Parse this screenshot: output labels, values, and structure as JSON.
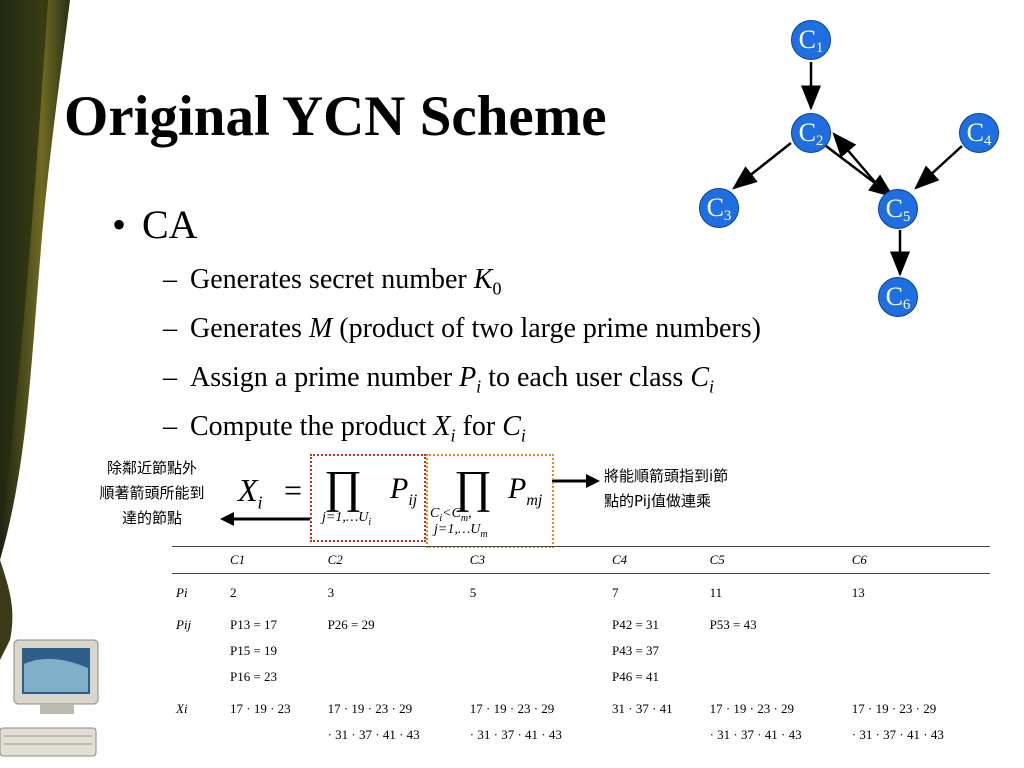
{
  "slide": {
    "title": "Original YCN Scheme",
    "bullet": "CA",
    "items": [
      {
        "pre": "Generates secret number ",
        "var": "K",
        "sub": "0",
        "post": ""
      },
      {
        "pre": "Generates ",
        "var": "M",
        "sub": "",
        "post": " (product of two large prime numbers)"
      },
      {
        "pre": "Assign a prime number ",
        "var": "P",
        "sub": "i",
        "post": " to each user class ",
        "var2": "C",
        "sub2": "i"
      },
      {
        "pre": "Compute the product ",
        "var": "X",
        "sub": "i",
        "post": " for ",
        "var2": "C",
        "sub2": "i"
      }
    ]
  },
  "graph": {
    "nodes": [
      {
        "letter": "C",
        "num": "1"
      },
      {
        "letter": "C",
        "num": "2"
      },
      {
        "letter": "C",
        "num": "3"
      },
      {
        "letter": "C",
        "num": "4"
      },
      {
        "letter": "C",
        "num": "5"
      },
      {
        "letter": "C",
        "num": "6"
      }
    ],
    "node_color": "#1f6fe0"
  },
  "notes": {
    "left": [
      "除鄰近節點外",
      "順著箭頭所能到",
      "達的節點"
    ],
    "right_line1": "將能順箭頭指到i節",
    "right_line2": "點的Pij值做連乘"
  },
  "formula": {
    "lhs": "X",
    "lhs_sub": "i",
    "equals": "=",
    "prod1_term": "P",
    "prod1_sub": "ij",
    "prod1_under": "j=1,…U",
    "prod1_under_sub": "i",
    "prod2_term": "P",
    "prod2_sub": "mj",
    "prod2_under1": "C",
    "prod2_under1_rest": "<C",
    "prod2_under2": "j=1,…U",
    "box1_color": "#d03010",
    "box2_color": "#e08a2a"
  },
  "table": {
    "headers": [
      "",
      "C1",
      "C2",
      "C3",
      "C4",
      "C5",
      "C6"
    ],
    "pi_label": "Pi",
    "pi": [
      "2",
      "3",
      "5",
      "7",
      "11",
      "13"
    ],
    "pij_label": "Pij",
    "pij": [
      [
        "P13 = 17",
        "P15 = 19",
        "P16 = 23"
      ],
      [
        "P26 = 29"
      ],
      [],
      [
        "P42 = 31",
        "P43 = 37",
        "P46 = 41"
      ],
      [
        "P53 = 43"
      ],
      []
    ],
    "xi_label": "Xi",
    "xi": [
      [
        "17 · 19 · 23"
      ],
      [
        "17 · 19 · 23 · 29",
        "· 31 · 37 · 41 · 43"
      ],
      [
        "17 · 19 · 23 · 29",
        "· 31 · 37 · 41 · 43"
      ],
      [
        "31 · 37 · 41"
      ],
      [
        "17 · 19 · 23 · 29",
        "· 31 · 37 · 41 · 43"
      ],
      [
        "17 · 19 · 23 · 29",
        "· 31 · 37 · 41 · 43"
      ]
    ]
  }
}
